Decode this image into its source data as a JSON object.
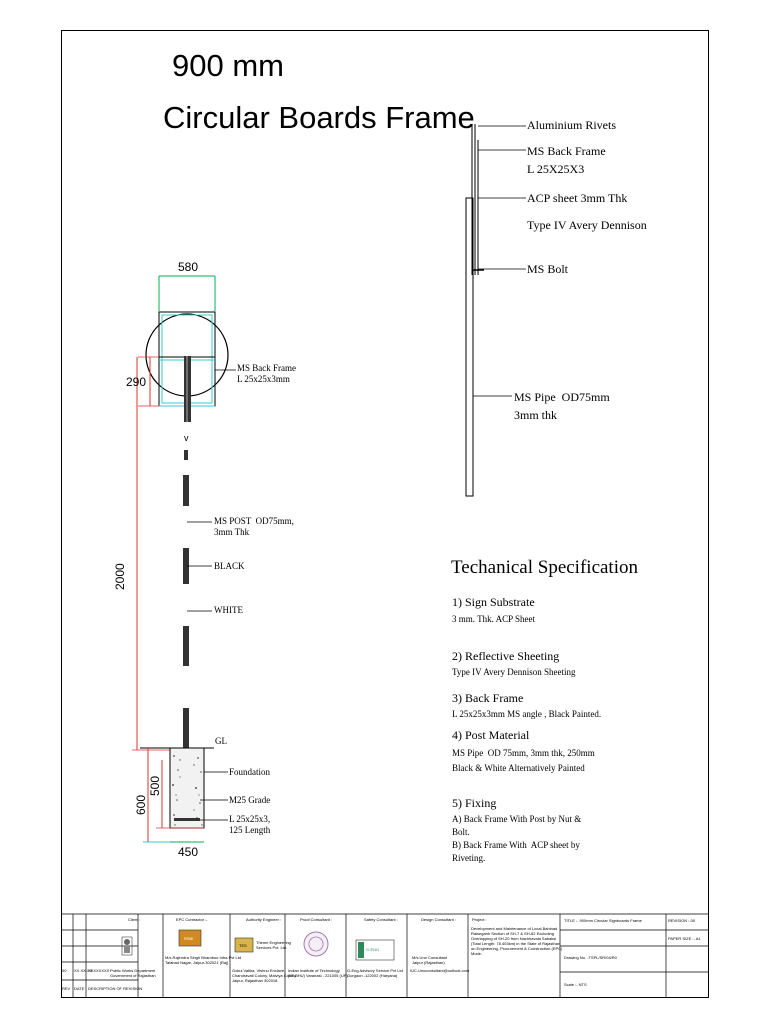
{
  "drawing": {
    "title_line1": "900 mm",
    "title_line2": "Circular Boards Frame"
  },
  "elevation": {
    "dim_width": "580",
    "dim_half": "290",
    "dim_height": "2000",
    "dim_found_total": "600",
    "dim_found_depth": "500",
    "dim_found_width": "450",
    "marker_v": "v",
    "label_back_frame": "MS Back Frame\nL 25x25x3mm",
    "label_post": "MS POST  OD75mm,\n3mm Thk",
    "label_black": "BLACK",
    "label_white": "WHITE",
    "label_gl": "GL",
    "label_foundation": "Foundation",
    "label_grade": "M25 Grade",
    "label_angle": "L 25x25x3,\n125 Length"
  },
  "side_view": {
    "label_rivets": "Aluminium Rivets",
    "label_back_frame": "MS Back Frame\nL 25X25X3",
    "label_acp": "ACP sheet 3mm Thk",
    "label_avery": "Type IV Avery Dennison",
    "label_bolt": "MS Bolt",
    "label_pipe": "MS Pipe  OD75mm\n3mm thk"
  },
  "spec": {
    "heading": "Techanical Specification",
    "items": [
      {
        "head": "1) Sign Substrate",
        "body": "3 mm. Thk. ACP Sheet"
      },
      {
        "head": "2) Reflective Sheeting",
        "body": "Type IV Avery Dennison Sheeting"
      },
      {
        "head": "3) Back Frame",
        "body": "L 25x25x3mm MS angle , Black Painted."
      },
      {
        "head": "4) Post Material",
        "body": "MS Pipe  OD 75mm, 3mm thk, 250mm\nBlack & White Alternatively Painted"
      },
      {
        "head": "5) Fixing",
        "body": "A) Back Frame With Post by Nut &\nBolt.\nB) Back Frame With  ACP sheet by\nRiveting."
      }
    ]
  },
  "title_block": {
    "client_head": "Client :",
    "client_body": "Public Works Department\nGovernment of Rajasthan",
    "epc_head": "EPC Contractor :-",
    "epc_body": "M/s Rajendra Singh Bhamboo Infra Pvt Ltd\nTalabad Nagar, Jaipur-302021 (Raj)",
    "epc_logo": "RSBI",
    "authority_head": "Authority Engineer :",
    "authority_body": "Theme Engineering\nServices Pvt. Ltd.",
    "authority_addr": "Gokul Vatika, Vishnu Enclave,\nChandravati Colony, Malviya Colony\nJaipur, Rajasthan 302018",
    "authority_logo": "TES",
    "proof_head": "Proof Consultant :",
    "proof_body": "Indian Institute of Technology\n(IIT-BHU) Varanasi - 221005 (UP)",
    "safety_head": "Safety Consultant :",
    "safety_logo": "G-ENG",
    "safety_body": "G-Eng Advisory Service Pvt Ltd\nGurgaon -122002 (Haryana)",
    "design_head": "Design Consultant :",
    "design_body": "M/s Uno Consultant\nJaipur (Rajasthan)",
    "design_email": "IUC.Unoconsultant@outlook.com",
    "project_head": "Project :",
    "project_body": "Development and Maintenance of Local Bahinad\nRaiseganh Section of SH-7 & SH-62 Excluding\nOverlapping of SH-20 from Nachhavala Sabaksi\n(Total Length: 78.403km) in the State of Rajasthan\non Engineering, Procurement & Construction (EPC)\nMode.",
    "title_label": "TITLE :- 900mm Circular Signboards Frame",
    "drawing_no": "Drawing No. -TSPL/SR/04/R0",
    "scale": "Scale :- NTS",
    "revision": "REVISION :-00",
    "paper_size": "PAPER SIZE :- A1",
    "rev_row_1a": "00",
    "rev_row_1b": "XX.XX.XX",
    "rev_row_1c": "XXXXXXXX",
    "rev_h_a": "REV",
    "rev_h_b": "DATE",
    "rev_h_c": "DESCRIPTION OF REVISION"
  },
  "colors": {
    "dim_green": "#00b050",
    "dim_red": "#e03030",
    "frame_cyan": "#33cccc",
    "post_dark": "#333333"
  }
}
